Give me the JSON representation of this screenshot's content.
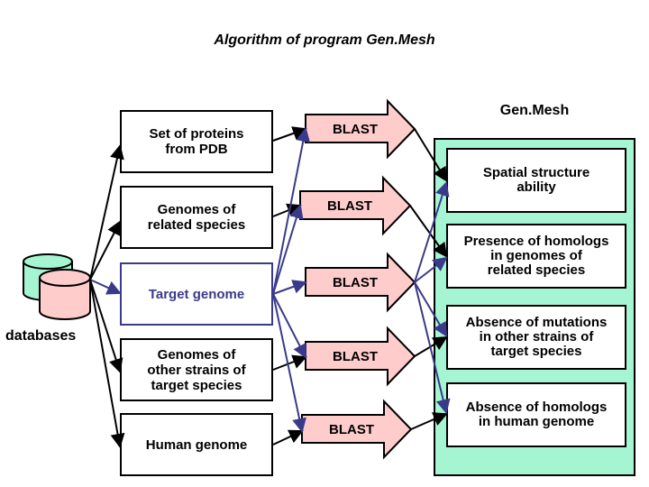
{
  "title": "Algorithm of program Gen.Mesh",
  "databases": {
    "label": "databases",
    "colors": {
      "back": "#a6f5d2",
      "front": "#ffcccc"
    }
  },
  "sources": [
    {
      "label": "Set of proteins\nfrom PDB"
    },
    {
      "label": "Genomes of\nrelated species"
    },
    {
      "label": "Target genome"
    },
    {
      "label": "Genomes of\nother strains of\ntarget species"
    },
    {
      "label": "Human genome"
    }
  ],
  "blast": [
    {
      "label": "BLAST"
    },
    {
      "label": "BLAST"
    },
    {
      "label": "BLAST"
    },
    {
      "label": "BLAST"
    },
    {
      "label": "BLAST"
    }
  ],
  "genmesh": {
    "title": "Gen.Mesh",
    "criteria": [
      {
        "label": "Spatial structure\nability"
      },
      {
        "label": "Presence of homologs\nin genomes of\nrelated species"
      },
      {
        "label": "Absence of mutations\nin other strains of\ntarget species"
      },
      {
        "label": "Absence of homologs\nin human genome"
      }
    ]
  },
  "colors": {
    "panel": "#a6f5d2",
    "blast_fill": "#ffcccc",
    "target_stroke": "#3a3a8a",
    "black": "#000000"
  }
}
